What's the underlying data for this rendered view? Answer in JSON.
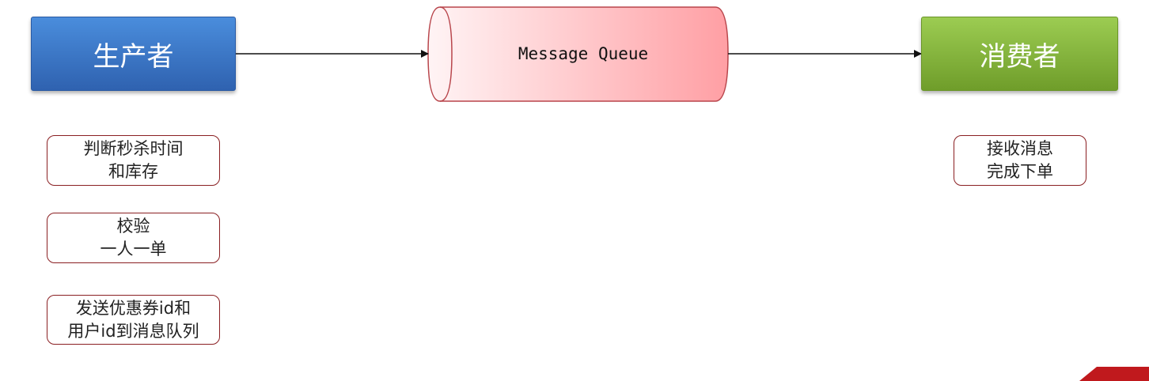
{
  "producer": {
    "label": "生产者"
  },
  "consumer": {
    "label": "消费者"
  },
  "queue": {
    "label": "Message Queue"
  },
  "producer_steps": [
    {
      "line1": "判断秒杀时间",
      "line2": "和库存"
    },
    {
      "line1": "校验",
      "line2": "一人一单"
    },
    {
      "line1": "发送优惠券id和",
      "line2": "用户id到消息队列"
    }
  ],
  "consumer_steps": [
    {
      "line1": "接收消息",
      "line2": "完成下单"
    }
  ],
  "colors": {
    "producer": "#3a74c9",
    "consumer": "#86b83e",
    "queue_fill": "#ff9fa4",
    "note_border": "#8a1f22"
  }
}
